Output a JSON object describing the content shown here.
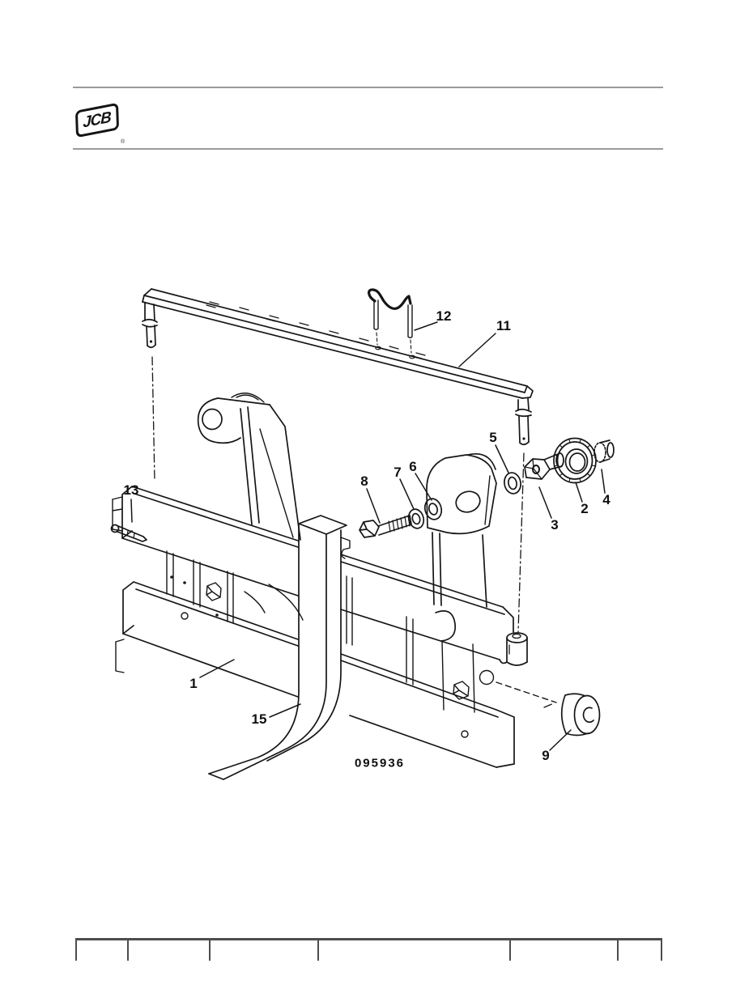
{
  "header": {
    "logo_text": "JCB",
    "registered_mark": "®"
  },
  "figure": {
    "code": "095936",
    "callouts": [
      {
        "label": "1"
      },
      {
        "label": "2"
      },
      {
        "label": "3"
      },
      {
        "label": "4"
      },
      {
        "label": "5"
      },
      {
        "label": "6"
      },
      {
        "label": "7"
      },
      {
        "label": "8"
      },
      {
        "label": "9"
      },
      {
        "label": "11"
      },
      {
        "label": "12"
      },
      {
        "label": "13"
      },
      {
        "label": "15"
      }
    ]
  },
  "colors": {
    "line": "#161616",
    "rule": "#9a9a9a",
    "ruler": "#4d4d4d",
    "background": "#ffffff"
  }
}
